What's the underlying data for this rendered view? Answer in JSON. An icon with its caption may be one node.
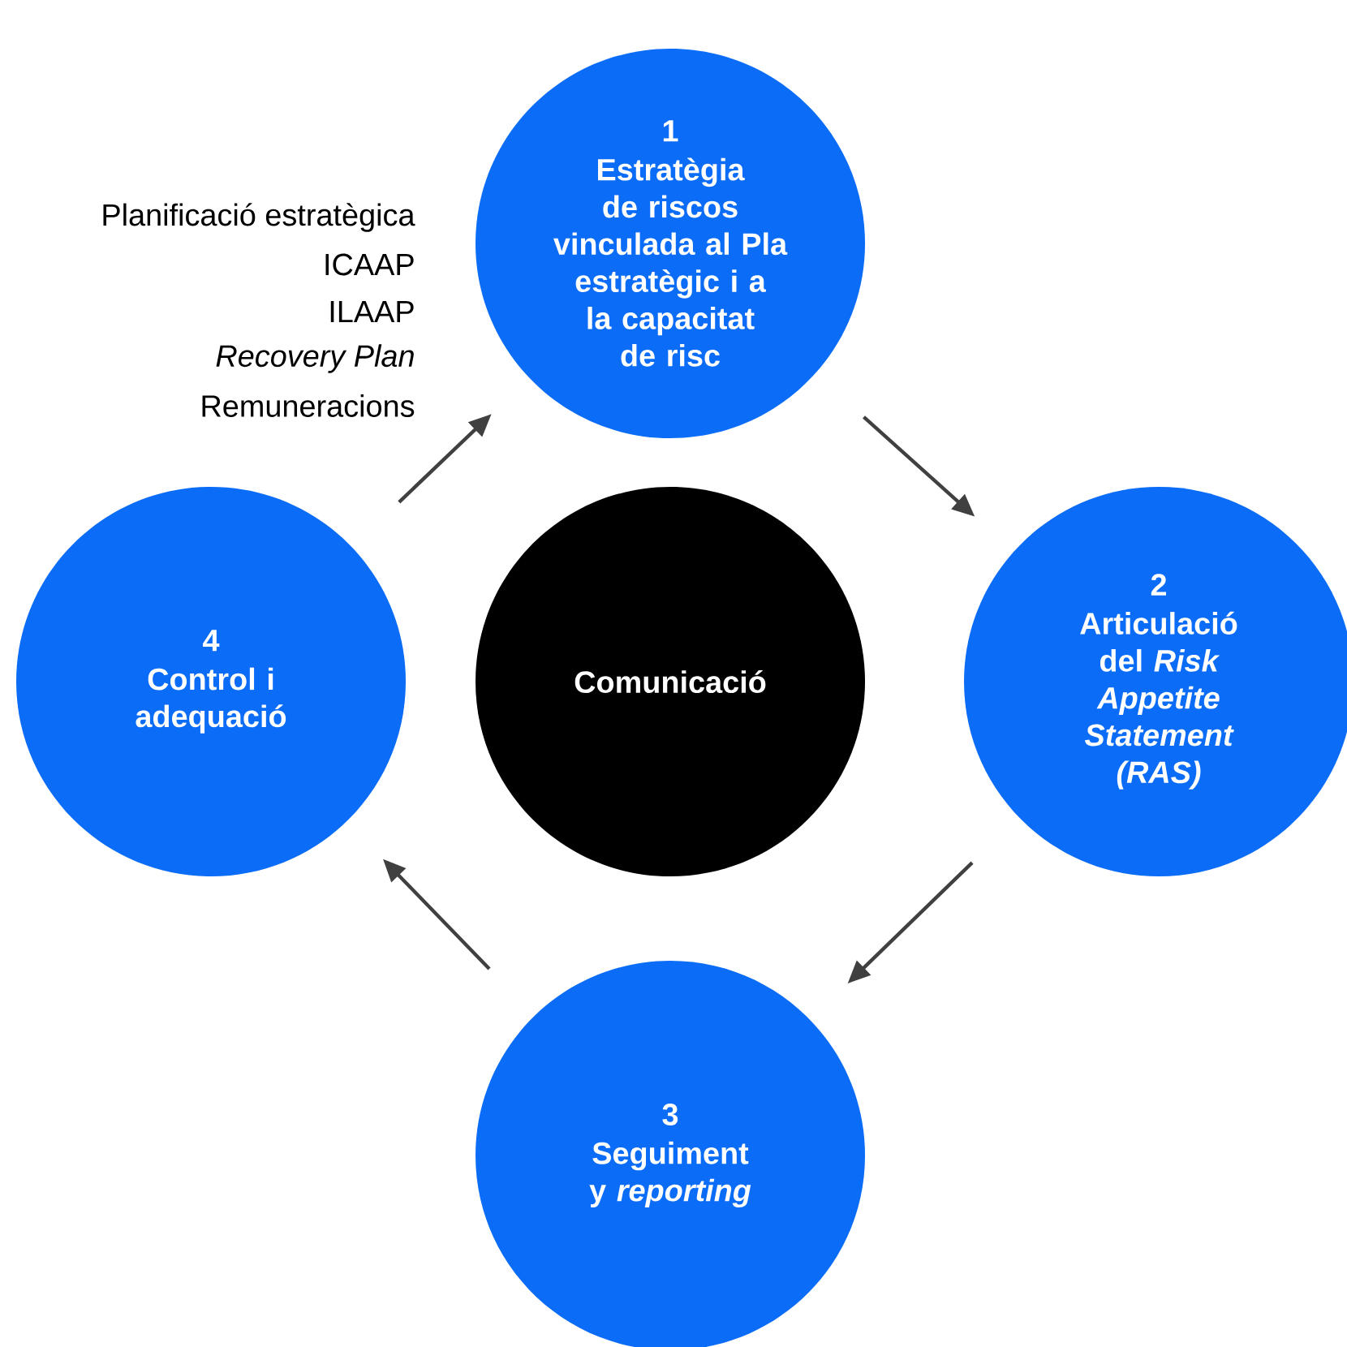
{
  "diagram": {
    "nodes": [
      {
        "text": [
          "1",
          "Estratègia de riscos vinculada al Pla estratègic i a la capacitat de risc"
        ]
      },
      {
        "text": [
          "2",
          "Articulació del *Risk Appetite Statement (RAS)*"
        ]
      },
      {
        "text": [
          "3",
          "Seguiment y *reporting*"
        ]
      },
      {
        "text": [
          "4",
          "Control i adequació"
        ]
      },
      {
        "text": [
          "Comunicació"
        ]
      }
    ],
    "edges": [
      {
        "from": 0,
        "to": 1,
        "arrow": "to"
      },
      {
        "from": 1,
        "to": 2,
        "arrow": "to"
      },
      {
        "from": 2,
        "to": 3,
        "arrow": "to"
      },
      {
        "from": 3,
        "to": 0,
        "arrow": "to"
      }
    ],
    "labels": [
      "Planificació estratègica",
      "ICAAP",
      "ILAAP",
      "Recovery Plan",
      "Remuneracions"
    ]
  }
}
